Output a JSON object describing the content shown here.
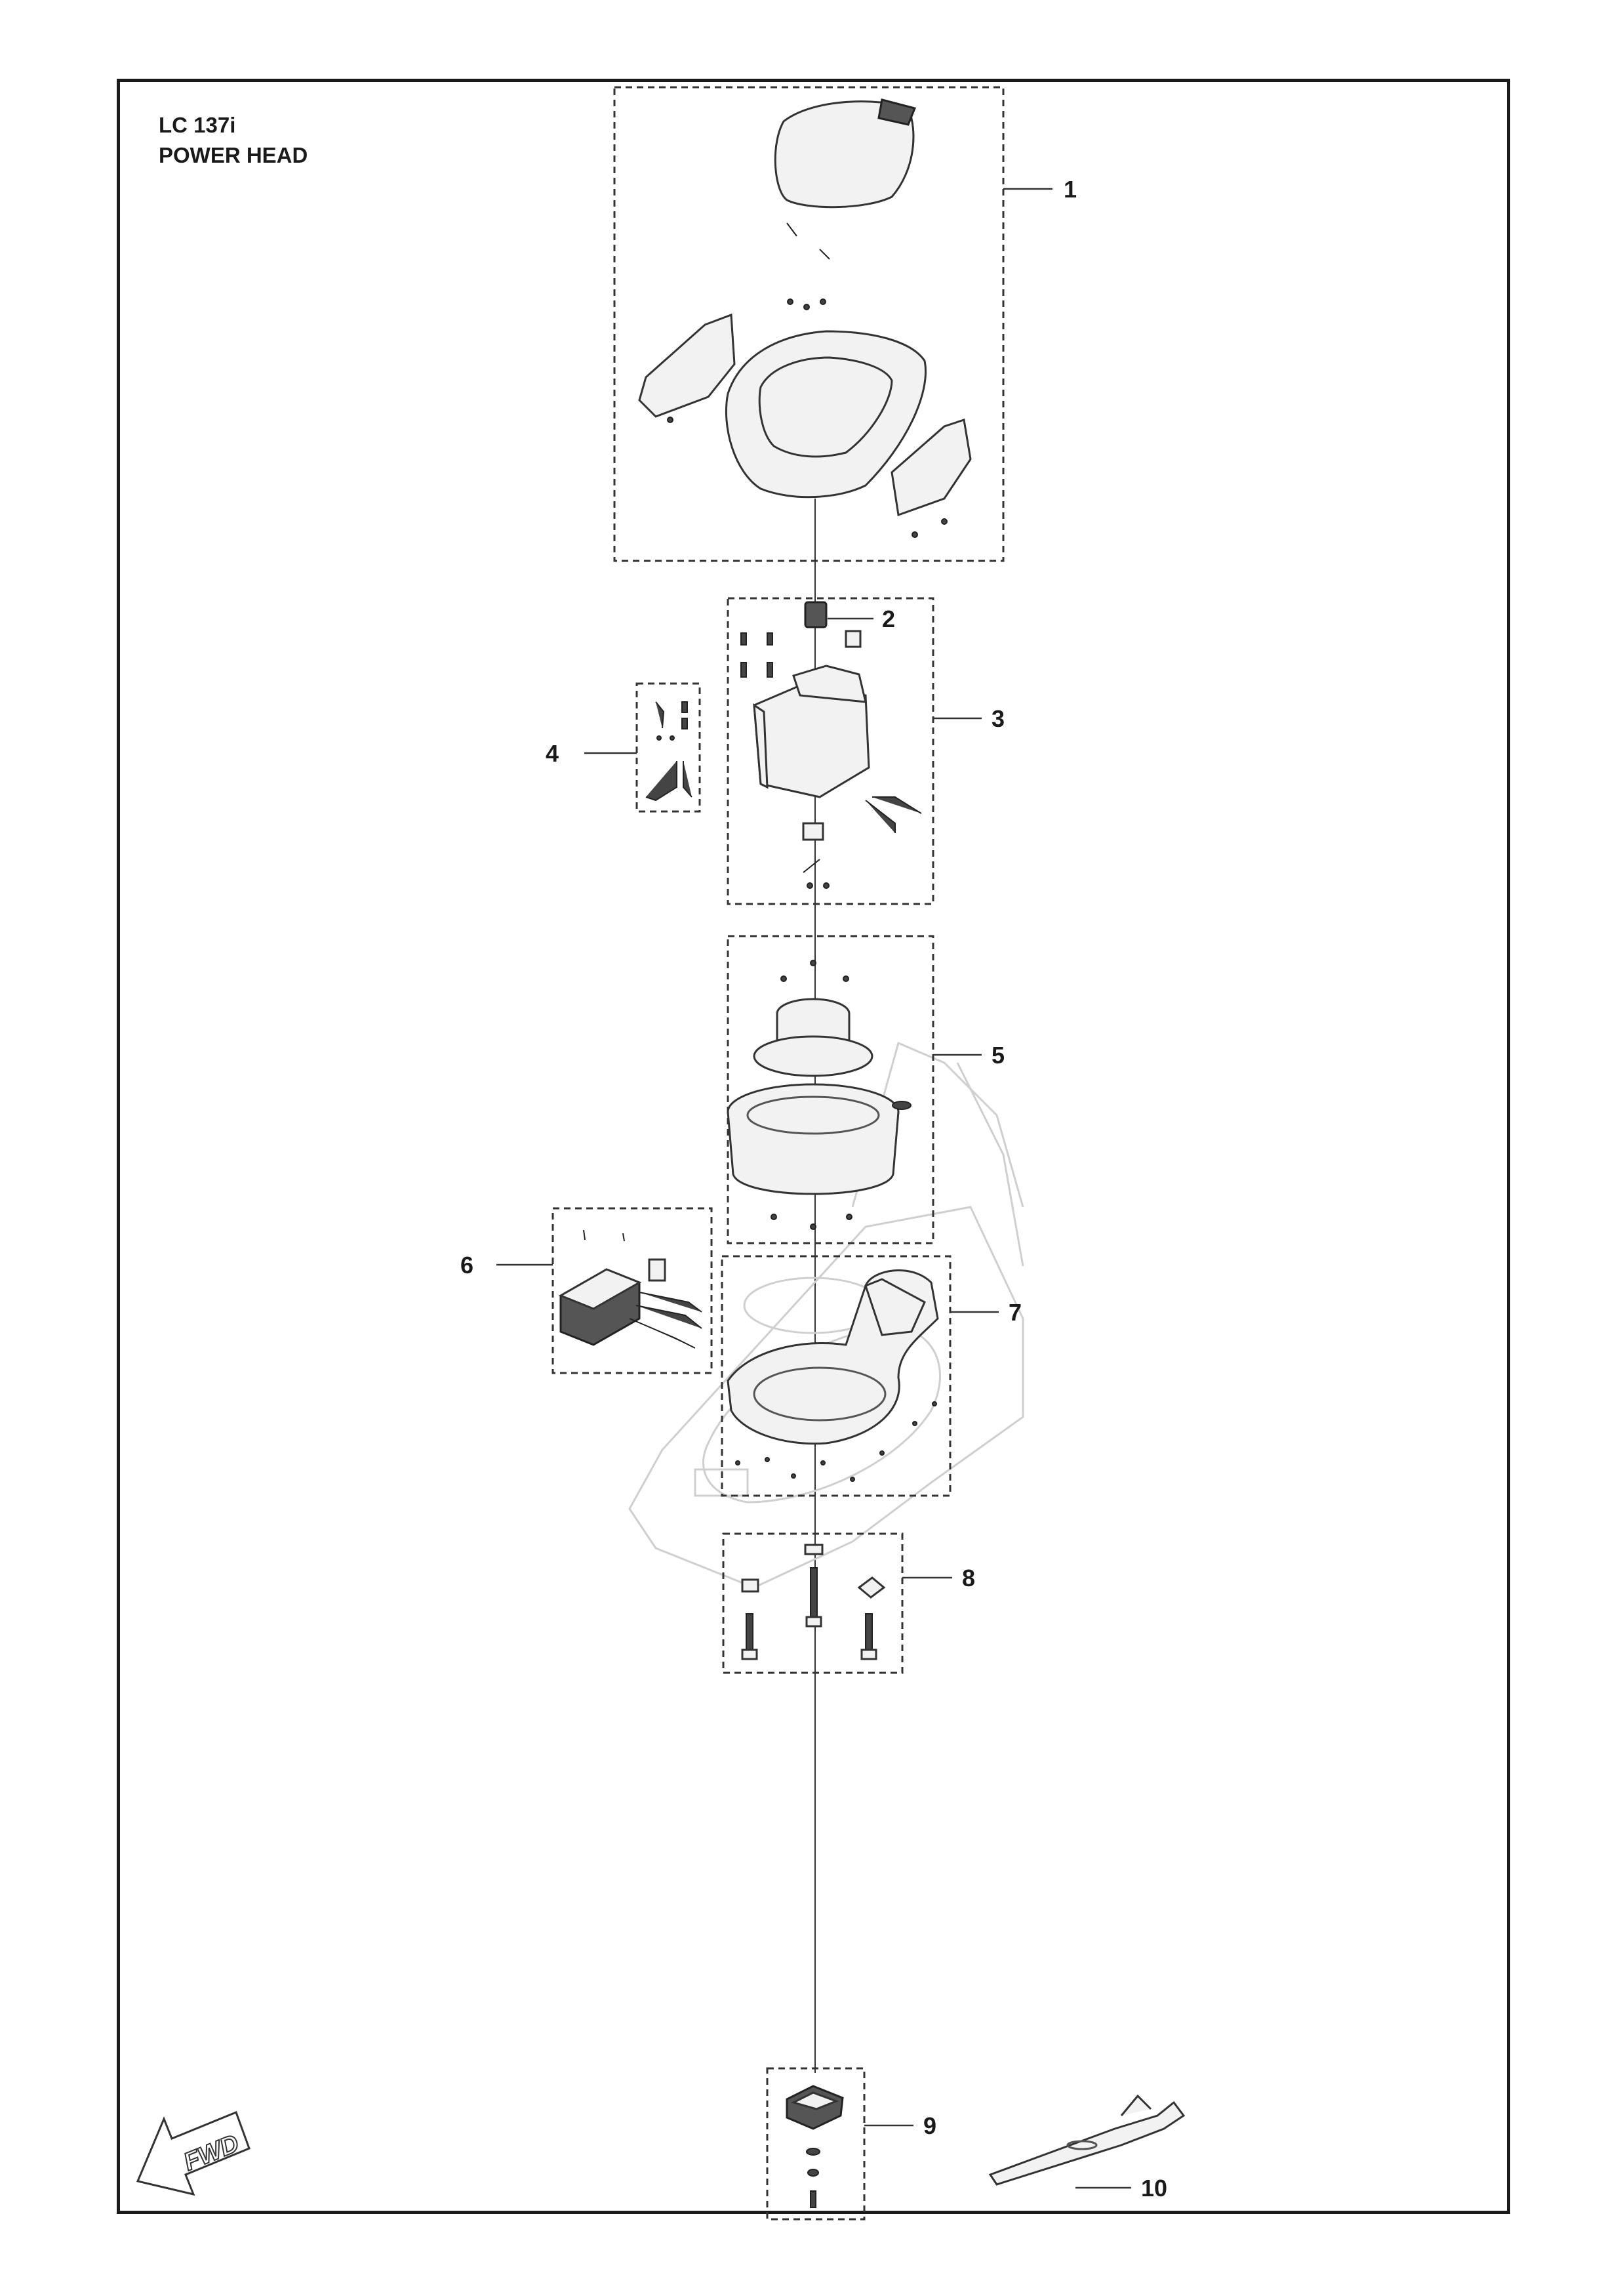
{
  "header": {
    "model": "LC 137i",
    "section": "POWER HEAD"
  },
  "callouts": [
    {
      "id": "1",
      "label": "1"
    },
    {
      "id": "2",
      "label": "2"
    },
    {
      "id": "3",
      "label": "3"
    },
    {
      "id": "4",
      "label": "4"
    },
    {
      "id": "5",
      "label": "5"
    },
    {
      "id": "6",
      "label": "6"
    },
    {
      "id": "7",
      "label": "7"
    },
    {
      "id": "8",
      "label": "8"
    },
    {
      "id": "9",
      "label": "9"
    },
    {
      "id": "10",
      "label": "10"
    }
  ],
  "direction_marker": {
    "label": "FWD",
    "icon": "forward-arrow-icon"
  },
  "colors": {
    "line": "#333333",
    "ghost": "#cfcfcf",
    "background": "#ffffff"
  }
}
